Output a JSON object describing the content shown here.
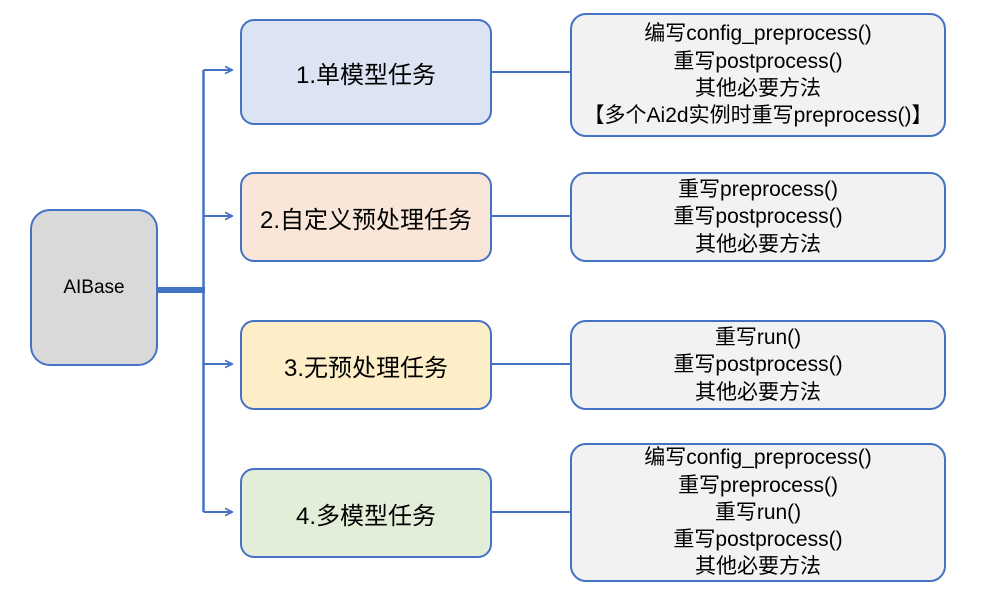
{
  "diagram": {
    "type": "tree-flowchart",
    "root": {
      "label": "AIBase",
      "fill": "#d9d9d9",
      "stroke": "#4573c4"
    },
    "branches": [
      {
        "task": {
          "label": "1.单模型任务",
          "fill": "#dce3f2",
          "stroke": "#4573c4"
        },
        "detail": {
          "fill": "#f2f2f2",
          "stroke": "#4573c4",
          "lines": [
            "编写config_preprocess()",
            "重写postprocess()",
            "其他必要方法",
            "【多个Ai2d实例时重写preprocess()】"
          ]
        }
      },
      {
        "task": {
          "label": "2.自定义预处理任务",
          "fill": "#fae6d8",
          "stroke": "#4573c4"
        },
        "detail": {
          "fill": "#f2f2f2",
          "stroke": "#4573c4",
          "lines": [
            "重写preprocess()",
            "重写postprocess()",
            "其他必要方法"
          ]
        }
      },
      {
        "task": {
          "label": "3.无预处理任务",
          "fill": "#fdeec8",
          "stroke": "#4573c4"
        },
        "detail": {
          "fill": "#f2f2f2",
          "stroke": "#4573c4",
          "lines": [
            "重写run()",
            "重写postprocess()",
            "其他必要方法"
          ]
        }
      },
      {
        "task": {
          "label": "4.多模型任务",
          "fill": "#e3eed8",
          "stroke": "#4573c4"
        },
        "detail": {
          "fill": "#f2f2f2",
          "stroke": "#4573c4",
          "lines": [
            "编写config_preprocess()",
            "重写preprocess()",
            "重写run()",
            "重写postprocess()",
            "其他必要方法"
          ]
        }
      }
    ],
    "connectors": {
      "line_color": "#4573c4",
      "trunk_width": 6,
      "branch_width": 2
    }
  }
}
